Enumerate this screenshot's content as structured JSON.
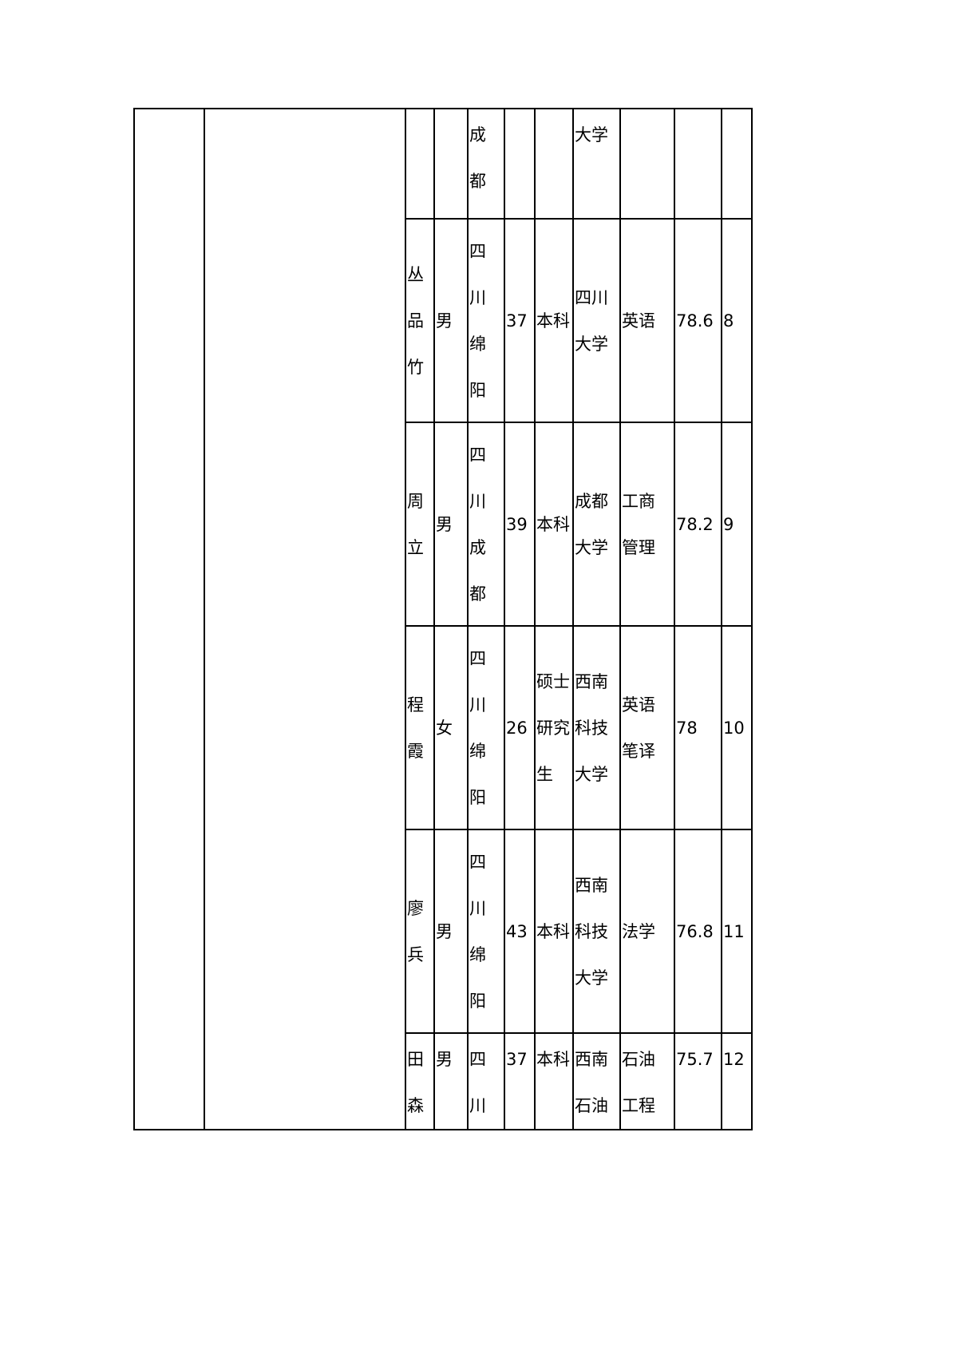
{
  "rows": [
    {
      "cells": [
        [],
        [],
        [
          "成",
          "都"
        ],
        [],
        [],
        [
          "大学"
        ],
        [],
        [],
        []
      ]
    },
    {
      "cells": [
        [
          "丛",
          "品",
          "竹"
        ],
        [
          "男"
        ],
        [
          "四",
          "川",
          "绵",
          "阳"
        ],
        [
          "37"
        ],
        [
          "本科"
        ],
        [
          "四川",
          "大学"
        ],
        [
          "英语"
        ],
        [
          "78.6"
        ],
        [
          "8"
        ]
      ]
    },
    {
      "cells": [
        [
          "周",
          "立"
        ],
        [
          "男"
        ],
        [
          "四",
          "川",
          "成",
          "都"
        ],
        [
          "39"
        ],
        [
          "本科"
        ],
        [
          "成都",
          "大学"
        ],
        [
          "工商",
          "管理"
        ],
        [
          "78.2"
        ],
        [
          "9"
        ]
      ]
    },
    {
      "cells": [
        [
          "程",
          "霞"
        ],
        [
          "女"
        ],
        [
          "四",
          "川",
          "绵",
          "阳"
        ],
        [
          "26"
        ],
        [
          "硕士",
          "研究",
          "生"
        ],
        [
          "西南",
          "科技",
          "大学"
        ],
        [
          "英语",
          "笔译"
        ],
        [
          "78"
        ],
        [
          "10"
        ]
      ]
    },
    {
      "cells": [
        [
          "廖",
          "兵"
        ],
        [
          "男"
        ],
        [
          "四",
          "川",
          "绵",
          "阳"
        ],
        [
          "43"
        ],
        [
          "本科"
        ],
        [
          "西南",
          "科技",
          "大学"
        ],
        [
          "法学"
        ],
        [
          "76.8"
        ],
        [
          "11"
        ]
      ]
    },
    {
      "cells": [
        [
          "田",
          "森"
        ],
        [
          "男"
        ],
        [
          "四",
          "川"
        ],
        [
          "37"
        ],
        [
          "本科"
        ],
        [
          "西南",
          "石油"
        ],
        [
          "石油",
          "工程"
        ],
        [
          "75.7"
        ],
        [
          "12"
        ]
      ]
    }
  ]
}
